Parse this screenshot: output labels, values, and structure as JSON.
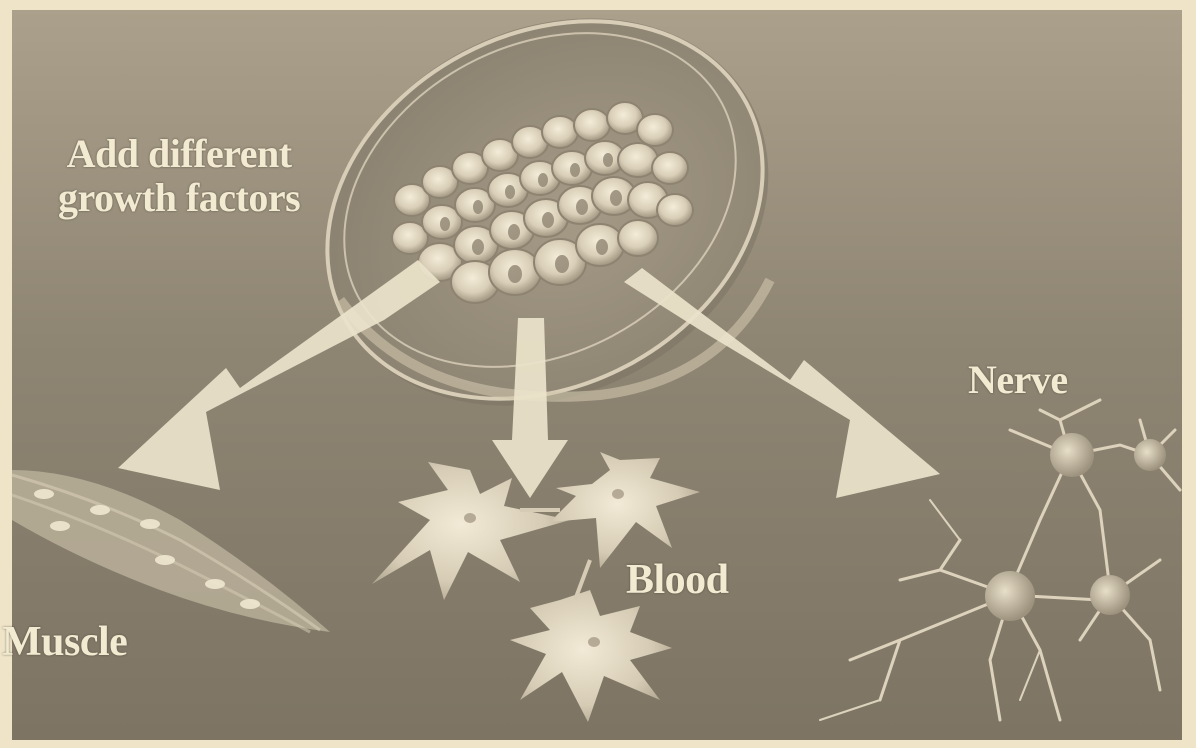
{
  "labels": {
    "instruction_line1": "Add different",
    "instruction_line2": "growth factors",
    "muscle": "Muscle",
    "blood": "Blood",
    "nerve": "Nerve"
  },
  "colors": {
    "paper": "#efe4c8",
    "background": "#8f8573",
    "label_text": "#f3ead2",
    "arrow": "#ece3cb",
    "dish_rim": "#d8ceb7"
  },
  "icons": [
    "petri-dish-icon",
    "stem-cell-cluster-icon",
    "muscle-fiber-icon",
    "blood-cell-icon",
    "nerve-cell-icon"
  ]
}
